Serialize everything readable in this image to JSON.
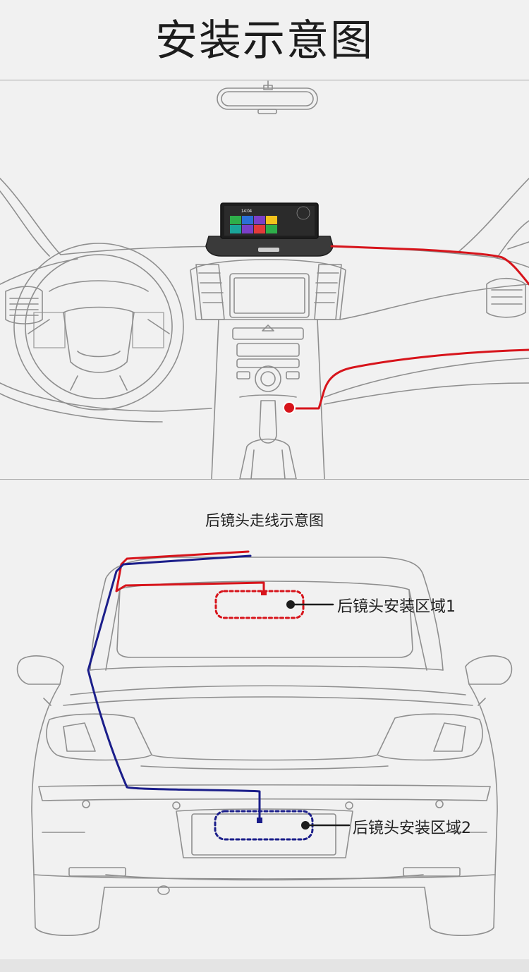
{
  "title": "安装示意图",
  "subtitle": "后镜头走线示意图",
  "zones": {
    "zone1": "后镜头安装区域1",
    "zone2": "后镜头安装区域2"
  },
  "device_screen": {
    "time": "14:04"
  },
  "colors": {
    "line_art": "#8f8f8f",
    "front_cable": "#d7141b",
    "rear_cable_red": "#d7141b",
    "rear_cable_blue": "#1b1e8a",
    "zone1_outline": "#d7141b",
    "zone2_outline": "#1b1e8a",
    "tile_green": "#2eae4a",
    "tile_blue": "#2a6fd6",
    "tile_purple": "#7a3fc8",
    "tile_yellow": "#f2c21b",
    "tile_red": "#e23a3a",
    "tile_teal": "#1aa59a"
  }
}
